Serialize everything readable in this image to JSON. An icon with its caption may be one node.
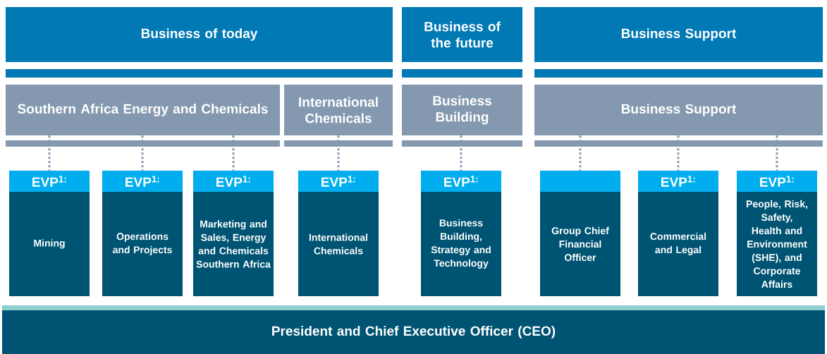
{
  "diagram": {
    "nodes": [
      {
        "text": [
          "Business of today"
        ]
      },
      {
        "text": [
          "Business of the future"
        ]
      },
      {
        "text": [
          "Business Support"
        ]
      },
      {
        "text": [
          "Southern Africa Energy and Chemicals"
        ]
      },
      {
        "text": [
          "International Chemicals"
        ]
      },
      {
        "text": [
          "Business Building"
        ]
      },
      {
        "text": [
          "Business Support"
        ]
      },
      {
        "text": [
          "EVP$^{1:}$",
          "Mining"
        ]
      },
      {
        "text": [
          "EVP$^{1:}$",
          "Operations and Projects"
        ]
      },
      {
        "text": [
          "EVP$^{1:}$",
          "Marketing and Sales, Energy and Chemicals Southern Africa"
        ]
      },
      {
        "text": [
          "EVP$^{1:}$",
          "International Chemicals"
        ]
      },
      {
        "text": [
          "EVP$^{1:}$",
          "Business Building, Strategy and Technology"
        ]
      },
      {
        "text": [
          "Group Chief Financial Officer"
        ]
      },
      {
        "text": [
          "EVP$^{1:}$",
          "Commercial and Legal"
        ]
      },
      {
        "text": [
          "EVP$^{1:}$",
          "People, Risk, Safety, Health and Environment (SHE), and Corporate Affairs"
        ]
      },
      {
        "text": [
          "President and Chief Executive Officer (CEO)"
        ]
      }
    ],
    "edges": [
      {
        "from": 3,
        "to": 7,
        "arrow": "none"
      },
      {
        "from": 3,
        "to": 8,
        "arrow": "none"
      },
      {
        "from": 3,
        "to": 9,
        "arrow": "none"
      },
      {
        "from": 4,
        "to": 10,
        "arrow": "none"
      },
      {
        "from": 5,
        "to": 11,
        "arrow": "none"
      },
      {
        "from": 6,
        "to": 12,
        "arrow": "none"
      },
      {
        "from": 6,
        "to": 13,
        "arrow": "none"
      },
      {
        "from": 6,
        "to": 14,
        "arrow": "none"
      }
    ]
  }
}
